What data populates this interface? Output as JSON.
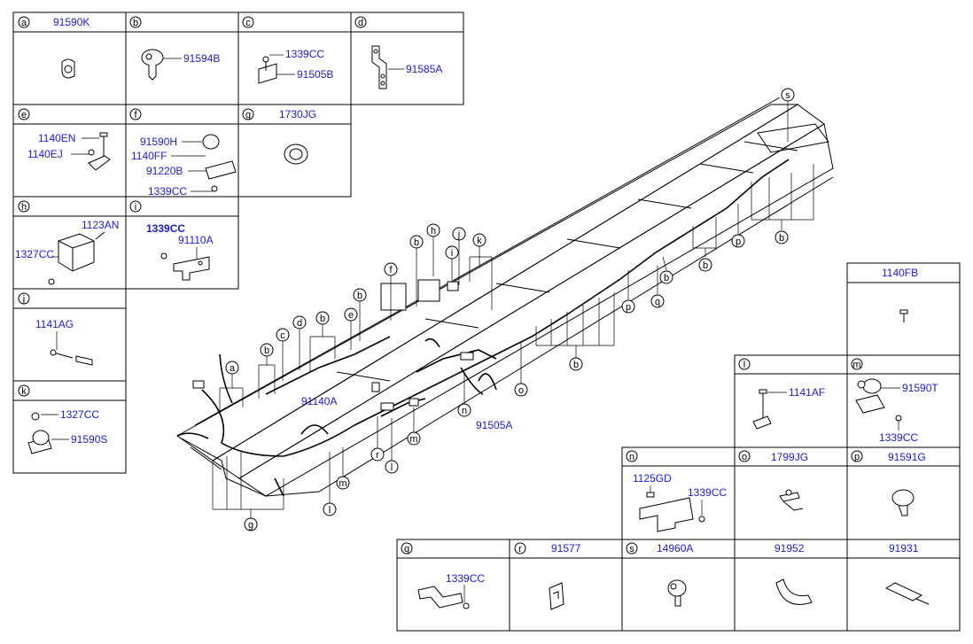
{
  "panels": [
    {
      "letter": "a",
      "parts": [
        "91590K"
      ]
    },
    {
      "letter": "b",
      "parts": [
        "91594B"
      ]
    },
    {
      "letter": "c",
      "parts": [
        "1339CC",
        "91505B"
      ]
    },
    {
      "letter": "d",
      "parts": [
        "91585A"
      ]
    },
    {
      "letter": "e",
      "parts": [
        "1140EN",
        "1140EJ"
      ]
    },
    {
      "letter": "f",
      "parts": [
        "91590H",
        "1140FF",
        "91220B",
        "1339CC"
      ]
    },
    {
      "letter": "g",
      "parts": [
        "1730JG"
      ]
    },
    {
      "letter": "h",
      "parts": [
        "1123AN",
        "1327CC"
      ]
    },
    {
      "letter": "i",
      "parts": [
        "1339CC",
        "91110A"
      ]
    },
    {
      "letter": "j",
      "parts": [
        "1141AG"
      ]
    },
    {
      "letter": "k",
      "parts": [
        "1327CC",
        "91590S"
      ]
    },
    {
      "letter": "",
      "parts": [
        "1140FB"
      ]
    },
    {
      "letter": "l",
      "parts": [
        "1141AF"
      ]
    },
    {
      "letter": "m",
      "parts": [
        "91590T",
        "1339CC"
      ]
    },
    {
      "letter": "n",
      "parts": [
        "1125GD",
        "1339CC"
      ]
    },
    {
      "letter": "o",
      "parts": [
        "1799JG"
      ]
    },
    {
      "letter": "p",
      "parts": [
        "91591G"
      ]
    },
    {
      "letter": "q",
      "parts": [
        "1339CC"
      ]
    },
    {
      "letter": "r",
      "parts": [
        "91577"
      ]
    },
    {
      "letter": "s",
      "parts": [
        "14960A"
      ]
    },
    {
      "letter": "",
      "parts": [
        "91952"
      ]
    },
    {
      "letter": "",
      "parts": [
        "91931"
      ]
    }
  ],
  "main": {
    "labels": [
      "91140A",
      "91505A"
    ],
    "callouts": [
      "s",
      "b",
      "p",
      "b",
      "b",
      "q",
      "p",
      "b",
      "o",
      "k",
      "j",
      "i",
      "h",
      "b",
      "f",
      "b",
      "e",
      "d",
      "b",
      "c",
      "b",
      "a",
      "n",
      "m",
      "r",
      "l",
      "m",
      "l",
      "g"
    ]
  }
}
